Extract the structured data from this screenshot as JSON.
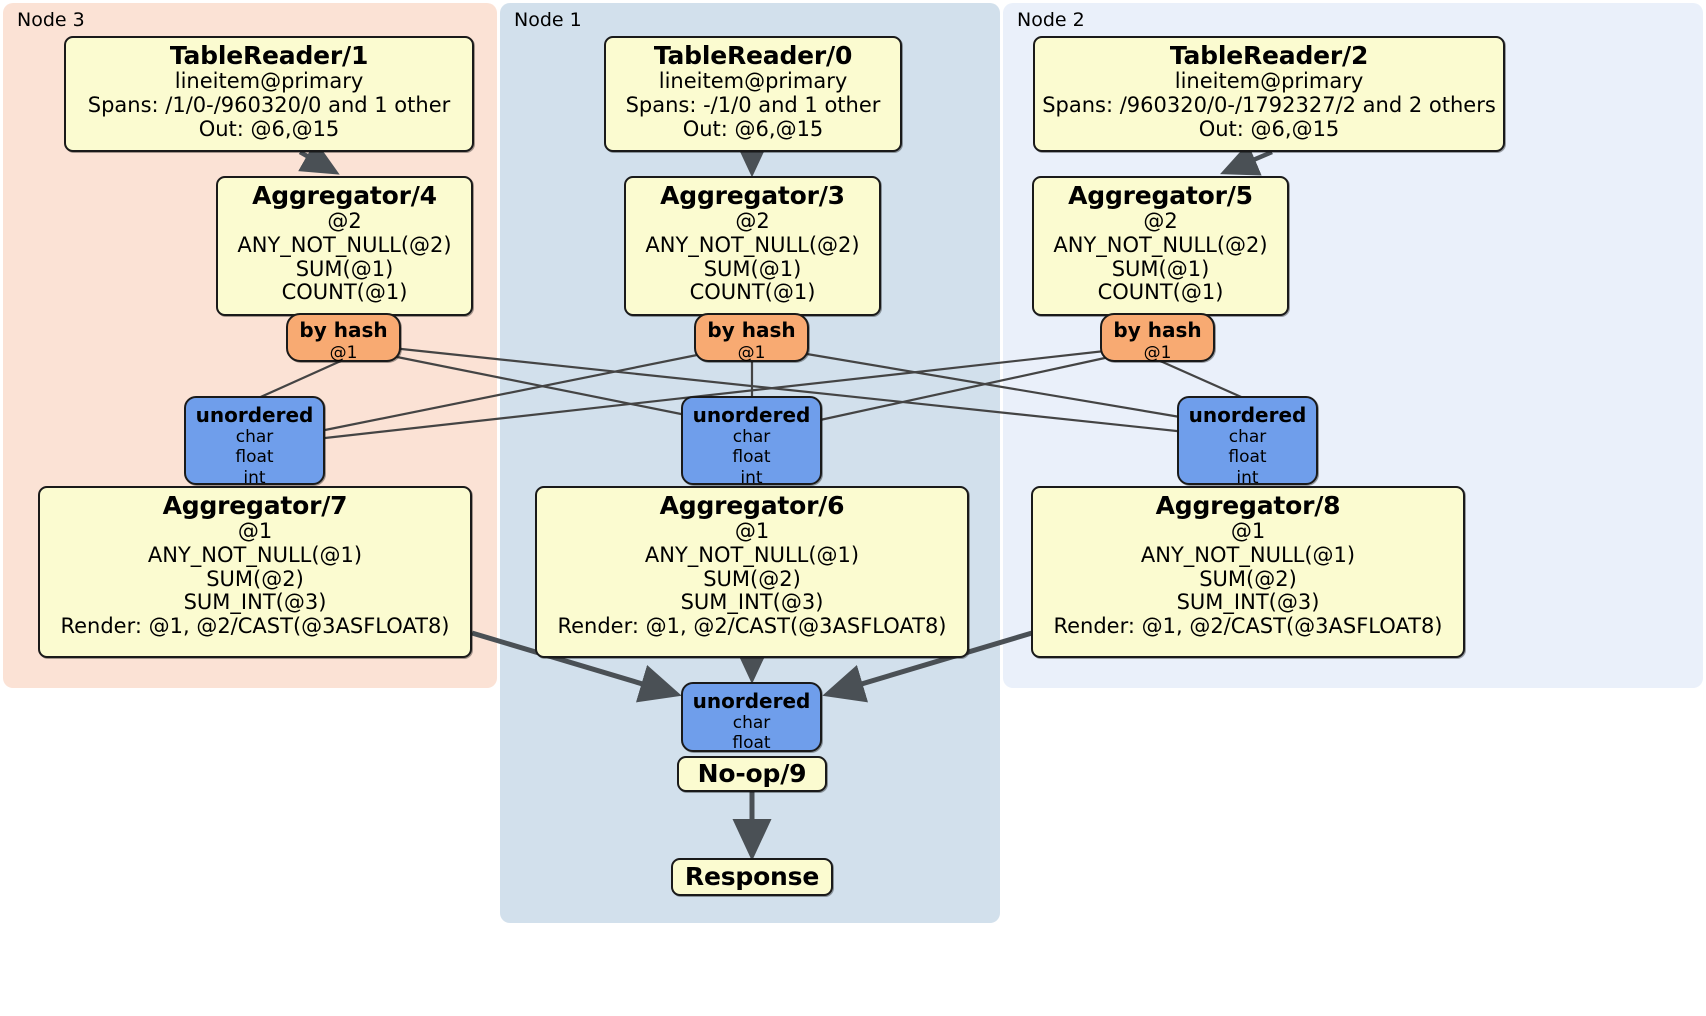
{
  "diagram": {
    "title": "Distributed query execution plan",
    "background": "#ffffff",
    "colors": {
      "node3_panel": "#fbe2d5",
      "node1_panel": "#d2e0ec",
      "node2_panel": "#eaf0fa",
      "processor_fill": "#fbfbd0",
      "router_fill": "#f8aa72",
      "sync_fill": "#6f9eeb",
      "stroke": "#1a1a1a",
      "thin_edge": "#444444",
      "thick_edge": "#4a5055"
    }
  },
  "nodes": [
    {
      "id": "node3",
      "label": "Node 3"
    },
    {
      "id": "node1",
      "label": "Node 1"
    },
    {
      "id": "node2",
      "label": "Node 2"
    }
  ],
  "processors": {
    "table_reader_1": {
      "title": "TableReader/1",
      "lines": [
        "lineitem@primary",
        "Spans: /1/0-/960320/0 and 1 other",
        "Out: @6,@15"
      ]
    },
    "table_reader_0": {
      "title": "TableReader/0",
      "lines": [
        "lineitem@primary",
        "Spans: -/1/0 and 1 other",
        "Out: @6,@15"
      ]
    },
    "table_reader_2": {
      "title": "TableReader/2",
      "lines": [
        "lineitem@primary",
        "Spans: /960320/0-/1792327/2 and 2 others",
        "Out: @6,@15"
      ]
    },
    "aggregator_4": {
      "title": "Aggregator/4",
      "lines": [
        "@2",
        "ANY_NOT_NULL(@2)",
        "SUM(@1)",
        "COUNT(@1)"
      ]
    },
    "aggregator_3": {
      "title": "Aggregator/3",
      "lines": [
        "@2",
        "ANY_NOT_NULL(@2)",
        "SUM(@1)",
        "COUNT(@1)"
      ]
    },
    "aggregator_5": {
      "title": "Aggregator/5",
      "lines": [
        "@2",
        "ANY_NOT_NULL(@2)",
        "SUM(@1)",
        "COUNT(@1)"
      ]
    },
    "aggregator_7": {
      "title": "Aggregator/7",
      "lines": [
        "@1",
        "ANY_NOT_NULL(@1)",
        "SUM(@2)",
        "SUM_INT(@3)",
        "Render: @1, @2/CAST(@3ASFLOAT8)"
      ]
    },
    "aggregator_6": {
      "title": "Aggregator/6",
      "lines": [
        "@1",
        "ANY_NOT_NULL(@1)",
        "SUM(@2)",
        "SUM_INT(@3)",
        "Render: @1, @2/CAST(@3ASFLOAT8)"
      ]
    },
    "aggregator_8": {
      "title": "Aggregator/8",
      "lines": [
        "@1",
        "ANY_NOT_NULL(@1)",
        "SUM(@2)",
        "SUM_INT(@3)",
        "Render: @1, @2/CAST(@3ASFLOAT8)"
      ]
    },
    "noop_9": {
      "title": "No-op/9",
      "lines": []
    },
    "response": {
      "title": "Response",
      "lines": []
    }
  },
  "routers": {
    "hash_left": {
      "title": "by hash",
      "lines": [
        "@1"
      ]
    },
    "hash_center": {
      "title": "by hash",
      "lines": [
        "@1"
      ]
    },
    "hash_right": {
      "title": "by hash",
      "lines": [
        "@1"
      ]
    }
  },
  "synchronizers": {
    "sync_left": {
      "title": "unordered",
      "lines": [
        "char",
        "float",
        "int"
      ]
    },
    "sync_center": {
      "title": "unordered",
      "lines": [
        "char",
        "float",
        "int"
      ]
    },
    "sync_right": {
      "title": "unordered",
      "lines": [
        "char",
        "float",
        "int"
      ]
    },
    "sync_final": {
      "title": "unordered",
      "lines": [
        "char",
        "float"
      ]
    }
  }
}
